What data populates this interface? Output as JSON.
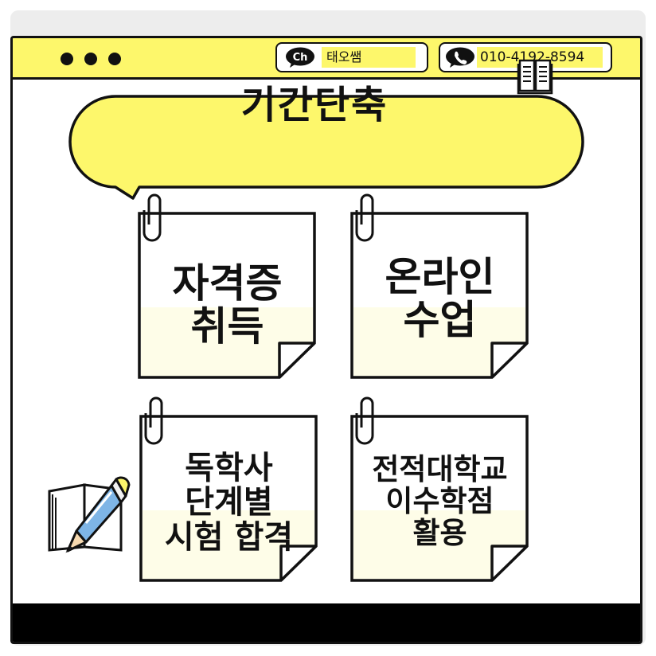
{
  "header": {
    "channel_badge": "Ch",
    "channel_name": "태오쌤",
    "phone_number": "010-4192-8594"
  },
  "bubble": {
    "title": "기간단축"
  },
  "notes": [
    {
      "line1": "자격증",
      "line2": "취득",
      "line3": ""
    },
    {
      "line1": "온라인",
      "line2": "수업",
      "line3": ""
    },
    {
      "line1": "독학사",
      "line2": "단계별",
      "line3": "시험 합격"
    },
    {
      "line1": "전적대학교",
      "line2": "이수학점",
      "line3": "활용"
    }
  ],
  "colors": {
    "accent_yellow": "#fdf76b",
    "note_fill": "#fefde8",
    "outline": "#111111",
    "pencil_blue": "#7eb5e6",
    "pencil_yellow": "#fdf76b"
  },
  "icons": [
    "kakao-channel-icon",
    "phone-icon",
    "book-icon",
    "paperclip-icon",
    "pencil-icon",
    "notebook-icon"
  ]
}
